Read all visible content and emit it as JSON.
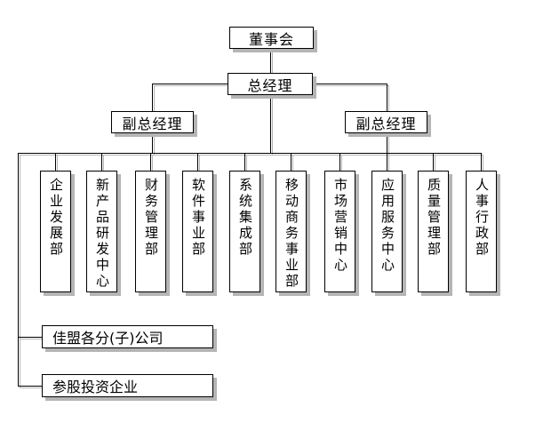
{
  "diagram": {
    "type": "org-chart",
    "background_color": "#ffffff",
    "line_color": "#000000",
    "shadow_color": "#b5b5b5",
    "box_fill_color": "#ffffff",
    "nodes": {
      "board": "董事会",
      "general_manager": "总经理",
      "deputy_left": "副总经理",
      "deputy_right": "副总经理",
      "departments": [
        "企业发展部",
        "新产品研发中心",
        "财务管理部",
        "软件事业部",
        "系统集成部",
        "移动商务事业部",
        "市场营销中心",
        "应用服务中心",
        "质量管理部",
        "人事行政部"
      ],
      "affiliates": [
        "佳盟各分(子)公司",
        "参股投资企业"
      ]
    }
  }
}
